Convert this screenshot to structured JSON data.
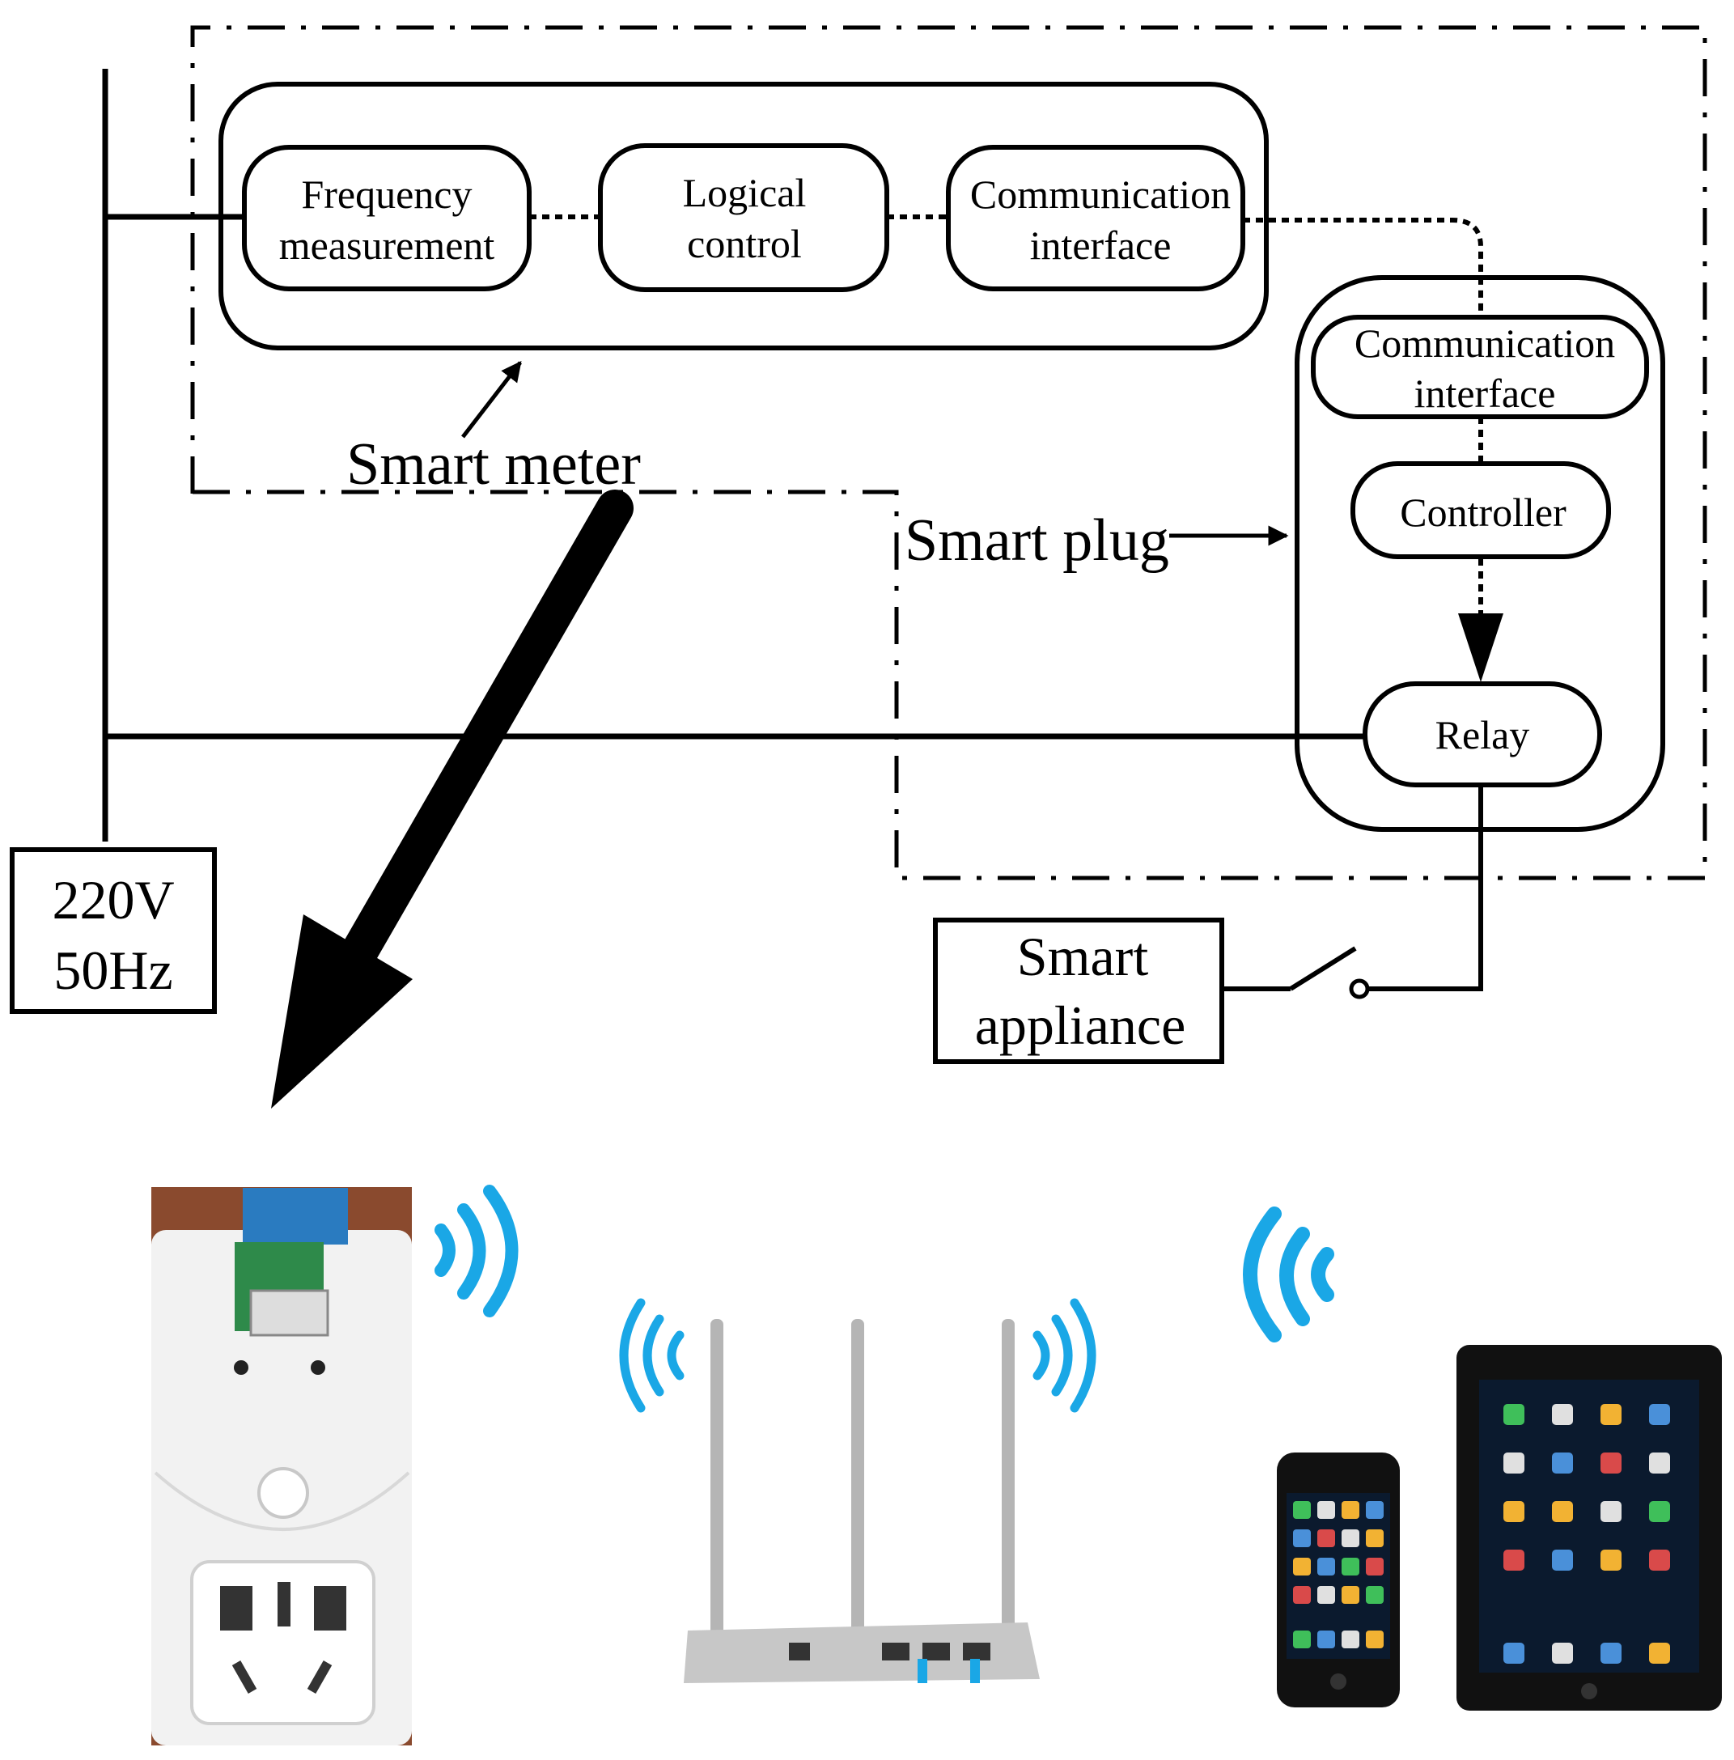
{
  "smart_meter": {
    "label": "Smart meter",
    "modules": {
      "frequency": [
        "Frequency",
        "measurement"
      ],
      "logical": [
        "Logical",
        "control"
      ],
      "comm": [
        "Communication",
        "interface"
      ]
    }
  },
  "smart_plug": {
    "label": "Smart plug",
    "modules": {
      "comm": [
        "Communication",
        "interface"
      ],
      "controller": "Controller",
      "relay": "Relay"
    }
  },
  "power_source": {
    "line1": "220V",
    "line2": "50Hz"
  },
  "appliance": {
    "line1": "Smart",
    "line2": "appliance"
  },
  "devices": {
    "plug_photo": "smart-plug-photo",
    "router_photo": "wifi-router",
    "phone_photo": "smartphone",
    "tablet_photo": "tablet"
  },
  "colors": {
    "line": "#000000",
    "wifi": "#1aa7e6",
    "device_white": "#f2f2f2",
    "plug_bg": "#8a4a2e",
    "router_gray": "#c7c7c7",
    "screen_dark": "#0b1a2e"
  }
}
